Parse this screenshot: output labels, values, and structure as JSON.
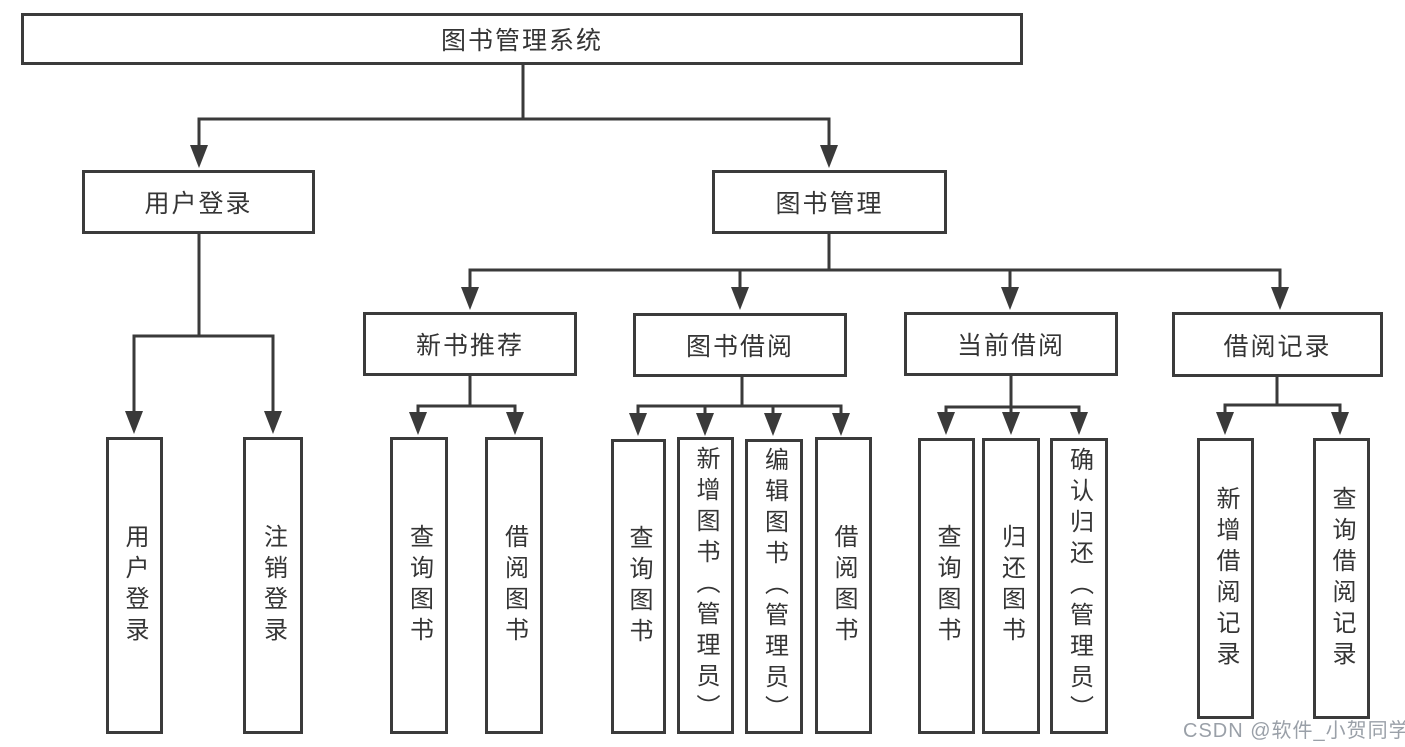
{
  "diagram": {
    "title_node": "图书管理系统",
    "nodes": {
      "root": {
        "label": "图书管理系统"
      },
      "user_login": {
        "label": "用户登录"
      },
      "book_mgmt": {
        "label": "图书管理"
      },
      "new_books": {
        "label": "新书推荐"
      },
      "book_borrow": {
        "label": "图书借阅"
      },
      "current_borrow": {
        "label": "当前借阅"
      },
      "borrow_records": {
        "label": "借阅记录"
      },
      "user_login_leaf": {
        "label": "用户登录"
      },
      "logout_leaf": {
        "label": "注销登录"
      },
      "nb_query": {
        "label": "查询图书"
      },
      "nb_borrow": {
        "label": "借阅图书"
      },
      "bb_query": {
        "label": "查询图书"
      },
      "bb_add": {
        "label": "新增图书（管理员）"
      },
      "bb_edit": {
        "label": "编辑图书（管理员）"
      },
      "bb_borrow": {
        "label": "借阅图书"
      },
      "cb_query": {
        "label": "查询图书"
      },
      "cb_return": {
        "label": "归还图书"
      },
      "cb_confirm": {
        "label": "确认归还（管理员）"
      },
      "br_add": {
        "label": "新增借阅记录"
      },
      "br_query": {
        "label": "查询借阅记录"
      }
    },
    "line_color": "#3a3a3a"
  },
  "watermark": {
    "text": "CSDN @软件_小贺同学"
  }
}
